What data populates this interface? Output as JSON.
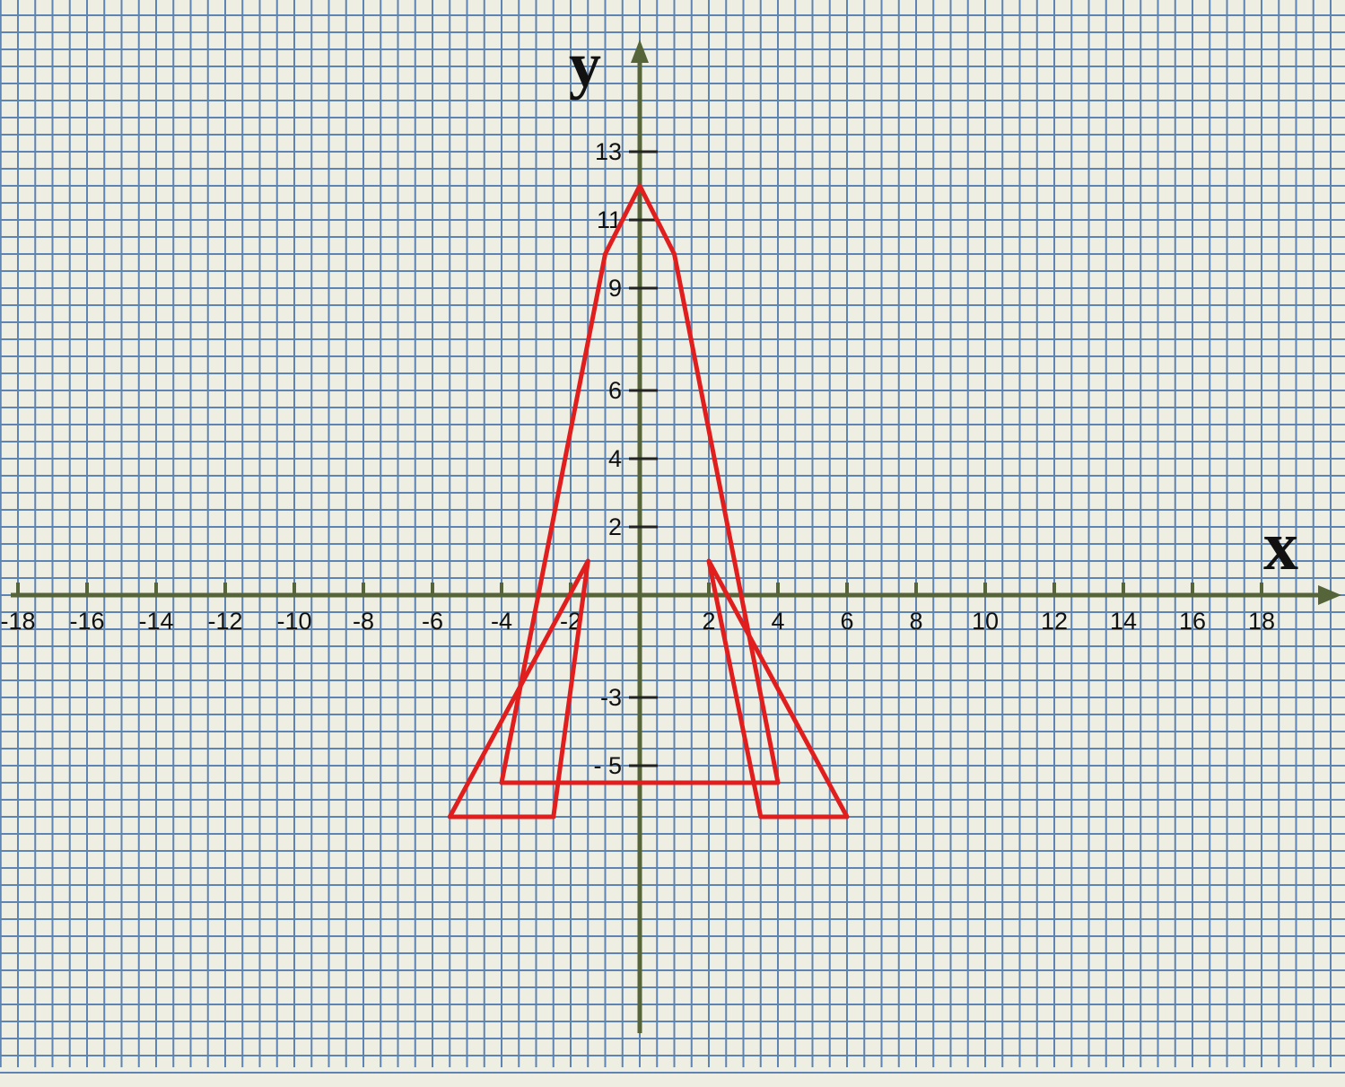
{
  "chart_data": {
    "type": "line",
    "title": "",
    "xlabel": "x",
    "ylabel": "y",
    "xlim": [
      -20,
      21
    ],
    "ylim": [
      -13,
      16
    ],
    "grid": true,
    "x_tick_labels": [
      {
        "value": -18,
        "text": "-18"
      },
      {
        "value": -16,
        "text": "-16"
      },
      {
        "value": -14,
        "text": "-14"
      },
      {
        "value": -12,
        "text": "-12"
      },
      {
        "value": -10,
        "text": "-10"
      },
      {
        "value": -8,
        "text": "-8"
      },
      {
        "value": -6,
        "text": "-6"
      },
      {
        "value": -4,
        "text": "-4"
      },
      {
        "value": -2,
        "text": "-2"
      },
      {
        "value": 2,
        "text": "2"
      },
      {
        "value": 4,
        "text": "4"
      },
      {
        "value": 6,
        "text": "6"
      },
      {
        "value": 8,
        "text": "8"
      },
      {
        "value": 10,
        "text": "10"
      },
      {
        "value": 12,
        "text": "12"
      },
      {
        "value": 14,
        "text": "14"
      },
      {
        "value": 16,
        "text": "16"
      },
      {
        "value": 18,
        "text": "18"
      }
    ],
    "y_tick_labels": [
      {
        "value": 13,
        "text": "13"
      },
      {
        "value": 11,
        "text": "11"
      },
      {
        "value": 9,
        "text": "9"
      },
      {
        "value": 6,
        "text": "6"
      },
      {
        "value": 4,
        "text": "4"
      },
      {
        "value": 2,
        "text": "2"
      },
      {
        "value": -3,
        "text": "-3"
      },
      {
        "value": -5,
        "text": "- 5"
      }
    ],
    "series": [
      {
        "points": [
          [
            0,
            12
          ],
          [
            -1,
            10
          ],
          [
            -4,
            -5.5
          ],
          [
            4,
            -5.5
          ],
          [
            1,
            10
          ],
          [
            0,
            12
          ]
        ]
      },
      {
        "points": [
          [
            -1.5,
            1
          ],
          [
            -5.5,
            -6.5
          ],
          [
            -2.5,
            -6.5
          ],
          [
            -1.5,
            1
          ]
        ]
      },
      {
        "points": [
          [
            2,
            1
          ],
          [
            6,
            -6.5
          ],
          [
            3.5,
            -6.5
          ],
          [
            2,
            1
          ]
        ]
      }
    ]
  },
  "colors": {
    "background": "#eeeee3",
    "grid": "#5e84b3",
    "axis": "#56643a",
    "shape": "#e01e1e",
    "text": "#111111"
  }
}
